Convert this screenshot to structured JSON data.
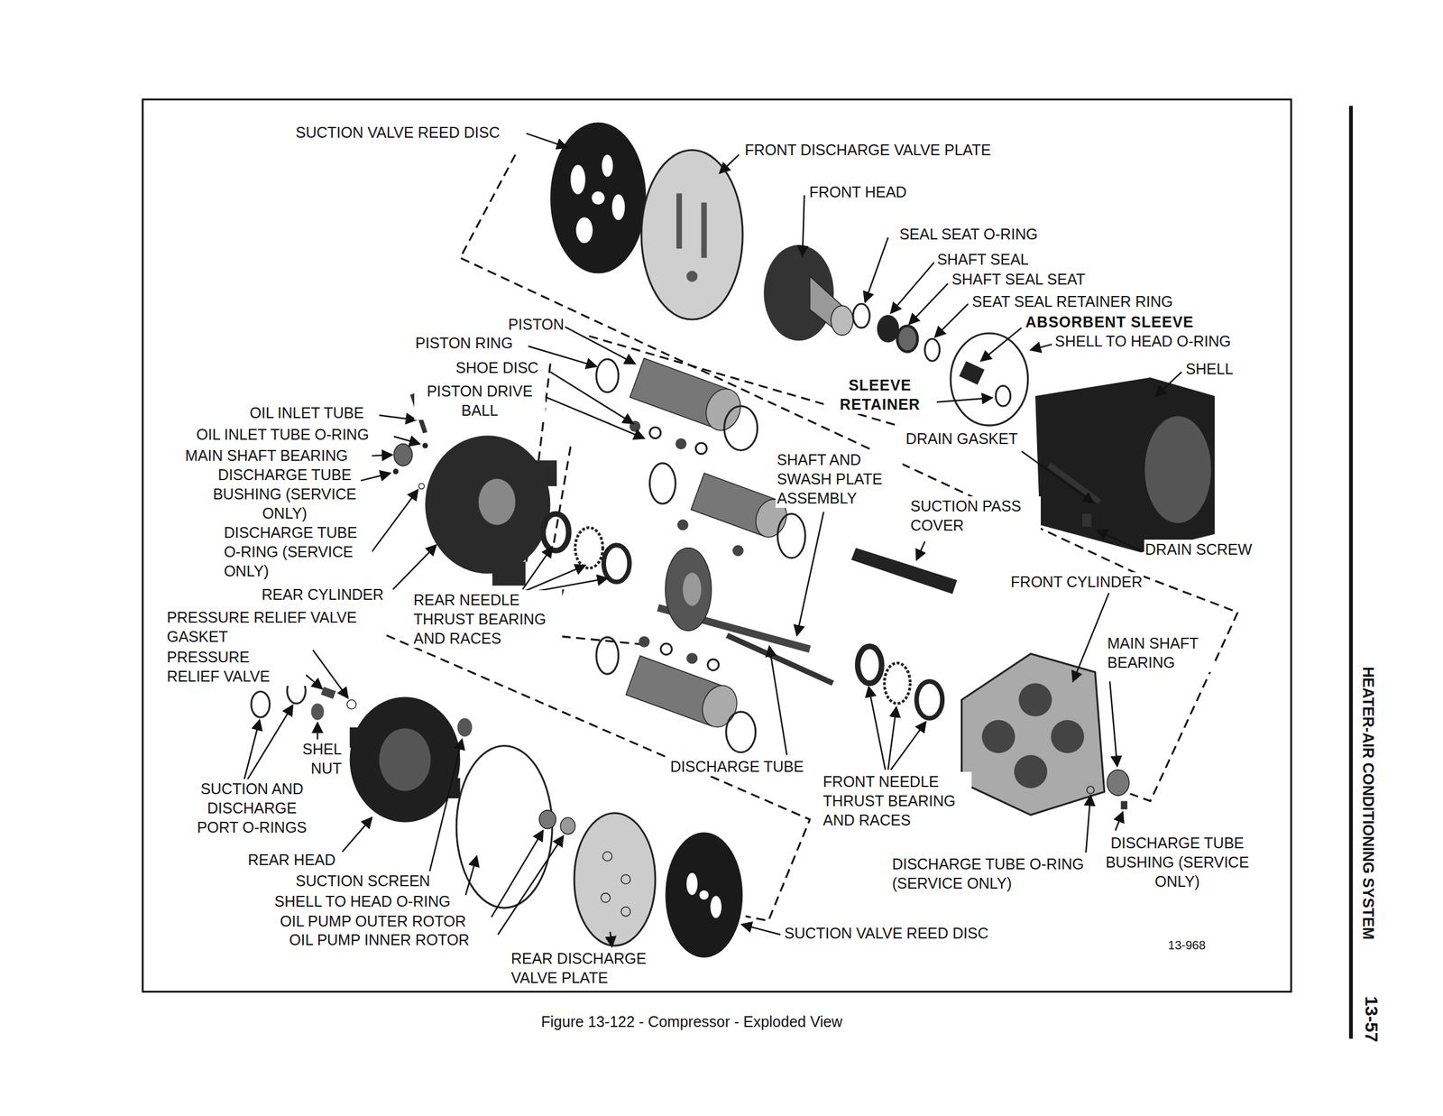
{
  "diagram": {
    "caption": "Figure 13-122 - Compressor - Exploded View",
    "labels": [
      "SUCTION VALVE REED DISC",
      "FRONT DISCHARGE VALVE PLATE",
      "FRONT HEAD",
      "SEAL SEAT O-RING",
      "SHAFT SEAL",
      "SHAFT SEAL SEAT",
      "SEAT SEAL RETAINER RING",
      "ABSORBENT SLEEVE",
      "SHELL TO HEAD O-RING",
      "SHELL",
      "SLEEVE RETAINER",
      "DRAIN GASKET",
      "PISTON",
      "PISTON RING",
      "SHOE DISC",
      "PISTON DRIVE BALL",
      "OIL INLET TUBE",
      "OIL INLET TUBE O-RING",
      "MAIN SHAFT BEARING",
      "DISCHARGE TUBE BUSHING (SERVICE ONLY)",
      "DISCHARGE TUBE O-RING (SERVICE ONLY)",
      "REAR CYLINDER",
      "PRESSURE RELIEF VALVE GASKET",
      "PRESSURE RELIEF VALVE",
      "REAR NEEDLE THRUST BEARING AND RACES",
      "SHAFT AND SWASH PLATE ASSEMBLY",
      "SUCTION PASS COVER",
      "DRAIN SCREW",
      "FRONT CYLINDER",
      "MAIN SHAFT BEARING",
      "SHEL NUT",
      "SUCTION AND DISCHARGE PORT O-RINGS",
      "DISCHARGE TUBE",
      "FRONT NEEDLE THRUST BEARING AND RACES",
      "REAR HEAD",
      "SUCTION SCREEN",
      "SHELL TO HEAD O-RING",
      "OIL PUMP OUTER ROTOR",
      "OIL PUMP INNER ROTOR",
      "REAR DISCHARGE VALVE PLATE",
      "SUCTION VALVE REED DISC",
      "DISCHARGE TUBE O-RING (SERVICE ONLY)",
      "DISCHARGE TUBE BUSHING (SERVICE ONLY)",
      "13-968",
      "HEATER-AIR CONDITIONING SYSTEM",
      "13-57"
    ]
  }
}
